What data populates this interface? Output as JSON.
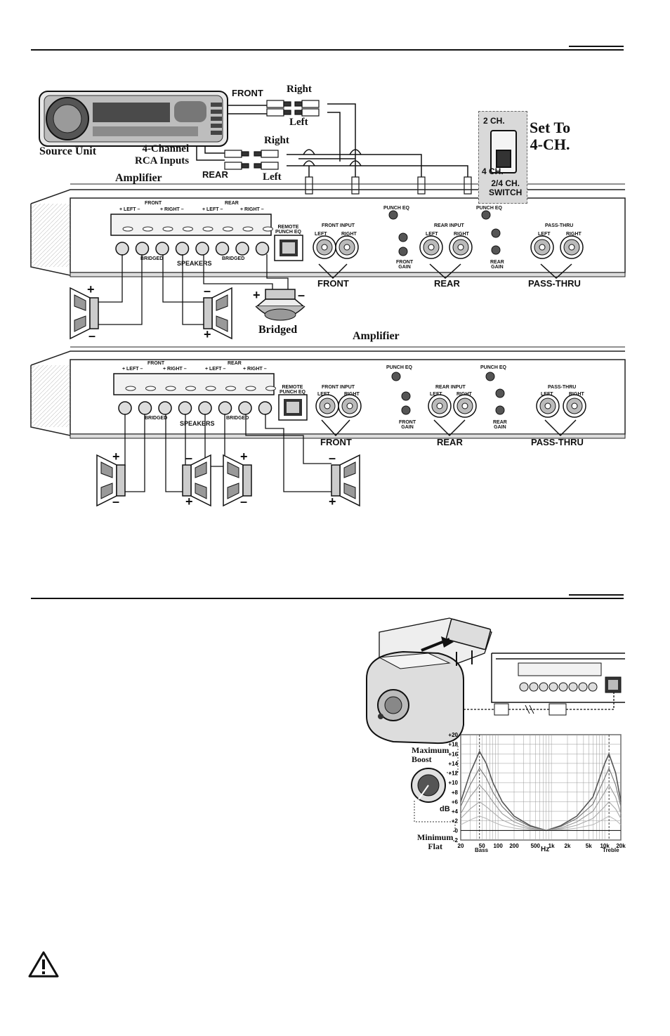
{
  "diagram1": {
    "source_unit": "Source Unit",
    "front": "FRONT",
    "rear": "REAR",
    "right": "Right",
    "left": "Left",
    "right2": "Right",
    "left2": "Left",
    "rca_inputs": "4-Channel\nRCA Inputs",
    "amplifier": "Amplifier",
    "set_to": "Set To\n4-CH.",
    "ch2": "2 CH.",
    "ch4": "4 CH.",
    "switch_label": "2/4 CH.\nSWITCH",
    "bridged": "Bridged",
    "group_front": "FRONT",
    "group_rear": "REAR",
    "group_pass": "PASS-THRU"
  },
  "amp_panel": {
    "front_hdr": "FRONT",
    "rear_hdr": "REAR",
    "ch_left": "+ LEFT –",
    "ch_right": "+ RIGHT –",
    "bridged": "BRIDGED",
    "speakers": "SPEAKERS",
    "remote_eq": "REMOTE\nPUNCH EQ",
    "front_input": "FRONT INPUT",
    "rear_input": "REAR INPUT",
    "pass_thru": "PASS-THRU",
    "in_left": "LEFT",
    "in_right": "RIGHT",
    "punch_eq": "PUNCH EQ",
    "front_gain": "FRONT\nGAIN",
    "rear_gain": "REAR\nGAIN"
  },
  "diagram2": {
    "amplifier": "Amplifier",
    "group_front": "FRONT",
    "group_rear": "REAR",
    "group_pass": "PASS-THRU"
  },
  "eq_chart": {
    "max_boost": "Maximum\nBoost",
    "min_flat": "Minimum\nFlat",
    "db": "dB",
    "hz": "Hz",
    "bass": "Bass",
    "treble": "Treble"
  },
  "chart_data": {
    "type": "line",
    "xlabel": "Hz",
    "ylabel": "dB",
    "x_scale": "log",
    "xlim": [
      20,
      20000
    ],
    "ylim": [
      -2,
      20
    ],
    "x_ticks": [
      "20",
      "50",
      "100",
      "200",
      "500",
      "1k",
      "2k",
      "5k",
      "10k",
      "20k"
    ],
    "y_ticks": [
      "-2",
      "-0",
      "+2",
      "+4",
      "+6",
      "+8",
      "+10",
      "+12",
      "+14",
      "+16",
      "+18",
      "+20"
    ],
    "x_annotations": [
      "Bass",
      "Treble"
    ],
    "grid": true,
    "series": [
      {
        "x": [
          20,
          30,
          45,
          60,
          80,
          120,
          200,
          400,
          800,
          1500,
          3000,
          6000,
          10000,
          12000,
          16000,
          20000
        ],
        "y": [
          6,
          12,
          16.5,
          14,
          10,
          6,
          3,
          1,
          0,
          1,
          3,
          7,
          14,
          16,
          12,
          6
        ]
      },
      {
        "x": [
          20,
          30,
          45,
          60,
          80,
          120,
          200,
          400,
          800,
          1500,
          3000,
          6000,
          10000,
          12000,
          16000,
          20000
        ],
        "y": [
          5,
          9.5,
          13,
          11,
          8,
          5,
          2.5,
          0.8,
          0,
          0.8,
          2.5,
          5.5,
          11,
          13,
          9.5,
          5
        ]
      },
      {
        "x": [
          20,
          30,
          45,
          60,
          80,
          120,
          200,
          400,
          800,
          1500,
          3000,
          6000,
          10000,
          12000,
          16000,
          20000
        ],
        "y": [
          3.5,
          7,
          9.5,
          8,
          6,
          3.5,
          1.8,
          0.5,
          0,
          0.5,
          1.8,
          4,
          8,
          9.5,
          7,
          3.5
        ]
      },
      {
        "x": [
          20,
          30,
          45,
          60,
          80,
          120,
          200,
          400,
          800,
          1500,
          3000,
          6000,
          10000,
          12000,
          16000,
          20000
        ],
        "y": [
          2.5,
          4.5,
          6,
          5,
          3.8,
          2.2,
          1.1,
          0.3,
          0,
          0.3,
          1.1,
          2.5,
          5,
          6,
          4.5,
          2.5
        ]
      },
      {
        "x": [
          20,
          30,
          45,
          60,
          80,
          120,
          200,
          400,
          800,
          1500,
          3000,
          6000,
          10000,
          12000,
          16000,
          20000
        ],
        "y": [
          1.2,
          2.2,
          3,
          2.5,
          1.8,
          1,
          0.5,
          0.1,
          0,
          0.1,
          0.5,
          1.2,
          2.5,
          3,
          2.2,
          1.2
        ]
      },
      {
        "x": [
          20,
          20000
        ],
        "y": [
          0,
          0
        ]
      }
    ]
  }
}
